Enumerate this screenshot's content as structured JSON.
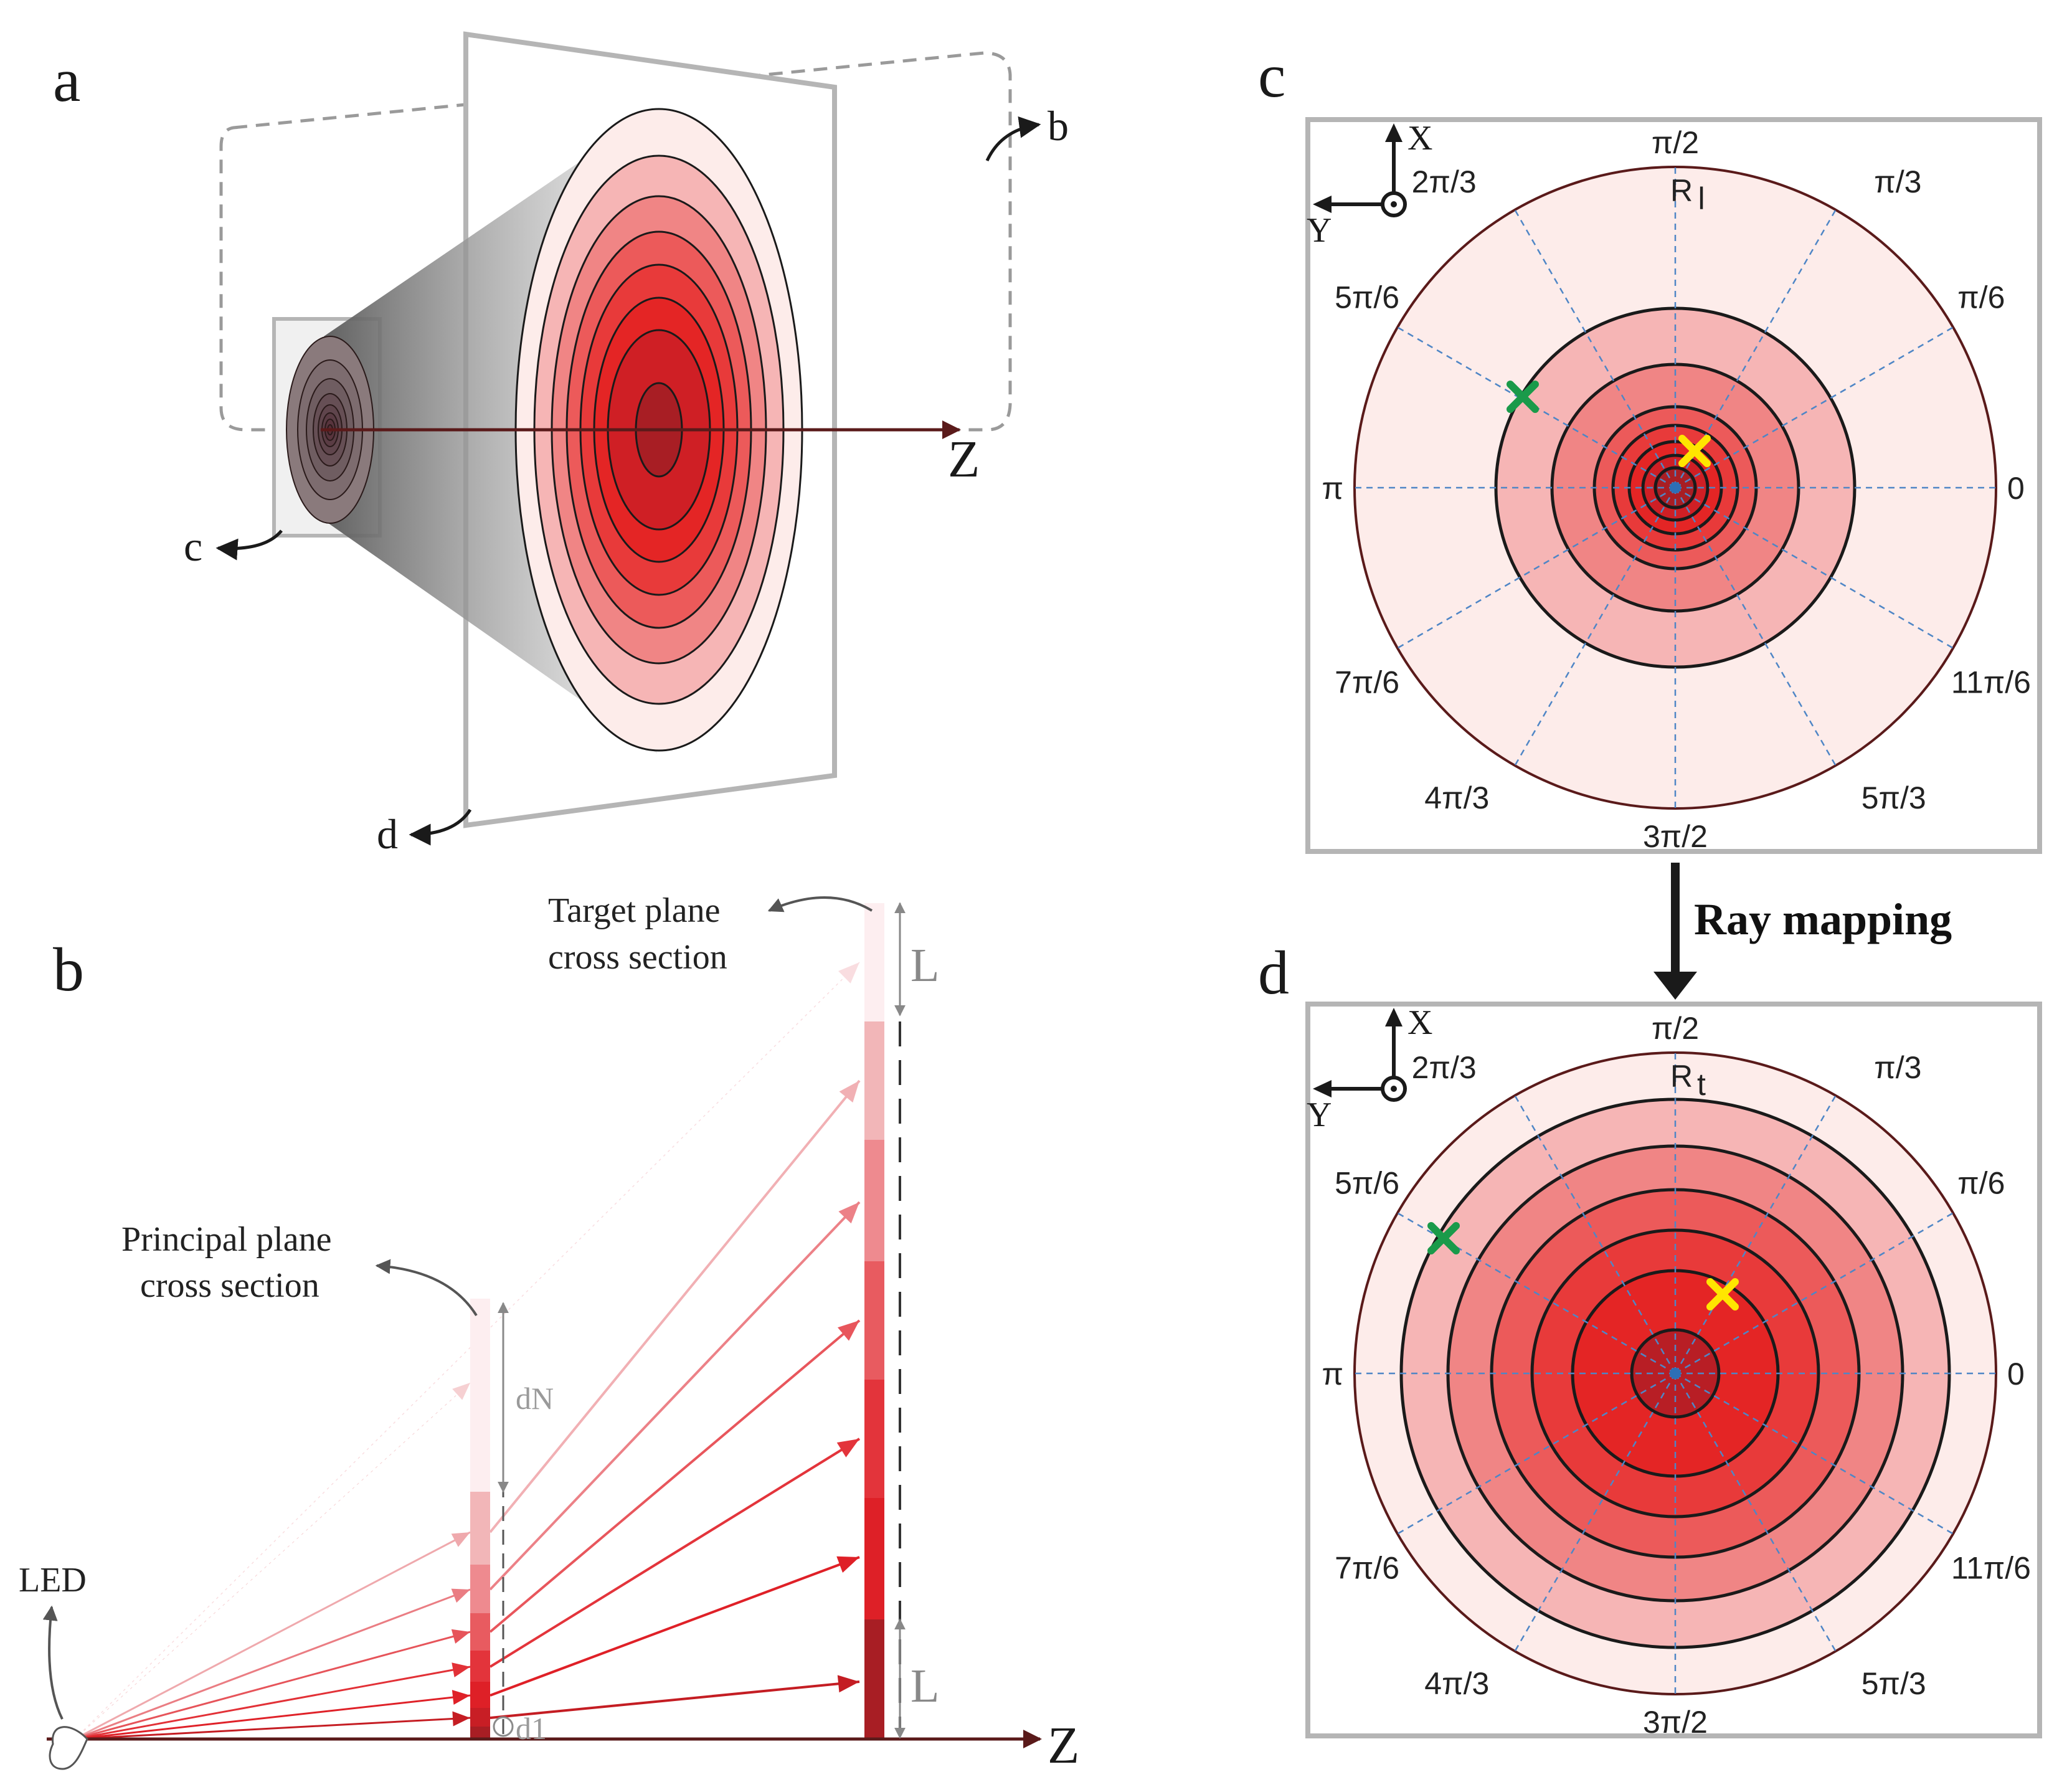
{
  "panels": {
    "a": "a",
    "b": "b",
    "c": "c",
    "d": "d"
  },
  "panel_a": {
    "axis_label": "Z",
    "callout_b": "b",
    "callout_c": "c",
    "callout_d": "d"
  },
  "panel_b": {
    "target_caption_line1": "Target plane",
    "target_caption_line2": "cross section",
    "principal_caption_line1": "Principal plane",
    "principal_caption_line2": "cross section",
    "led_label": "LED",
    "axis_label": "Z",
    "dN_label": "dN",
    "d1_label": "d1",
    "L_top": "L",
    "L_bottom": "L"
  },
  "polar_labels": {
    "top": "π/2",
    "deg120": "2π/3",
    "deg60": "π/3",
    "deg150": "5π/6",
    "deg30": "π/6",
    "left": "π",
    "right": "0",
    "deg210": "7π/6",
    "deg330": "11π/6",
    "deg240": "4π/3",
    "deg300": "5π/3",
    "bottom": "3π/2",
    "axis_x": "X",
    "axis_y": "Y"
  },
  "panel_c": {
    "radius_label": "R",
    "radius_sub": "l"
  },
  "panel_d": {
    "radius_label": "R",
    "radius_sub": "t"
  },
  "arrow_label": "Ray mapping",
  "colors": {
    "ring_shades": [
      "#fdecea",
      "#f6b5b5",
      "#f08585",
      "#ec5a5a",
      "#e83a3a",
      "#e42525",
      "#cf1f25",
      "#a81e24"
    ],
    "green_marker": "#1a9a4a",
    "yellow_marker": "#ffe600",
    "dashed_blue": "#4f86c6"
  }
}
